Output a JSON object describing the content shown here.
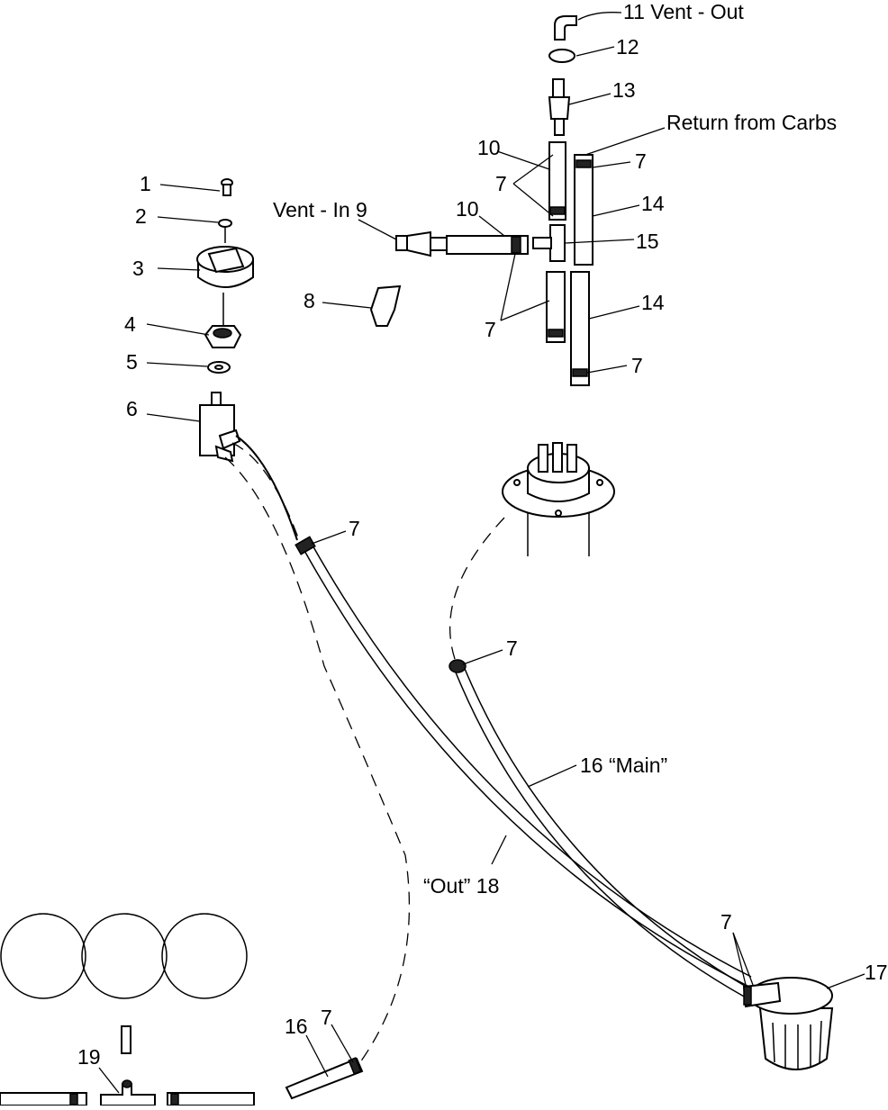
{
  "labels": {
    "p1": "1",
    "p2": "2",
    "p3": "3",
    "p4": "4",
    "p5": "5",
    "p6": "6",
    "p7": "7",
    "p8": "8",
    "vent_in": "Vent - In 9",
    "p10": "10",
    "vent_out": "11 Vent - Out",
    "p12": "12",
    "p13": "13",
    "return_from_carbs": "Return from Carbs",
    "p14": "14",
    "p15": "15",
    "p16": "16",
    "main": "16 “Main”",
    "out": "“Out” 18",
    "p17": "17",
    "p19": "19"
  }
}
